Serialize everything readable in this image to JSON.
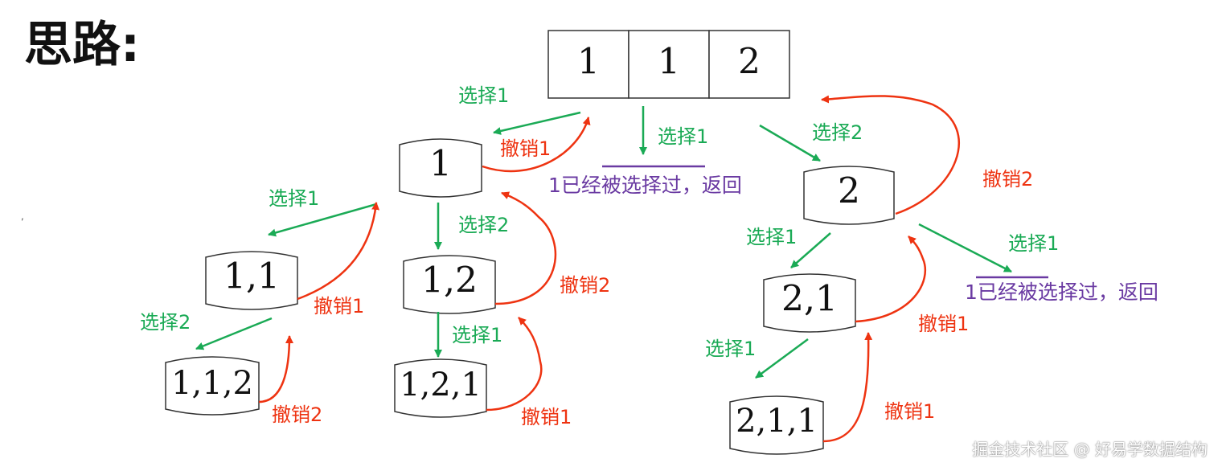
{
  "heading": "思路:",
  "array_cells": [
    "1",
    "1",
    "2"
  ],
  "nodes": {
    "n1": "1",
    "n11": "1,1",
    "n12": "1,2",
    "n112": "1,1,2",
    "n121": "1,2,1",
    "n2": "2",
    "n21": "2,1",
    "n211": "2,1,1"
  },
  "labels": {
    "select_1": "选择1",
    "select_2": "选择2",
    "undo_1": "撤销1",
    "undo_2": "撤销2",
    "already_selected": "1已经被选择过，返回"
  },
  "stray_mark": ",",
  "watermark": "掘金技术社区 @ 好易学数据结构",
  "colors": {
    "select": "#1aaa55",
    "undo": "#ee3311",
    "note": "#6a3aa2"
  }
}
